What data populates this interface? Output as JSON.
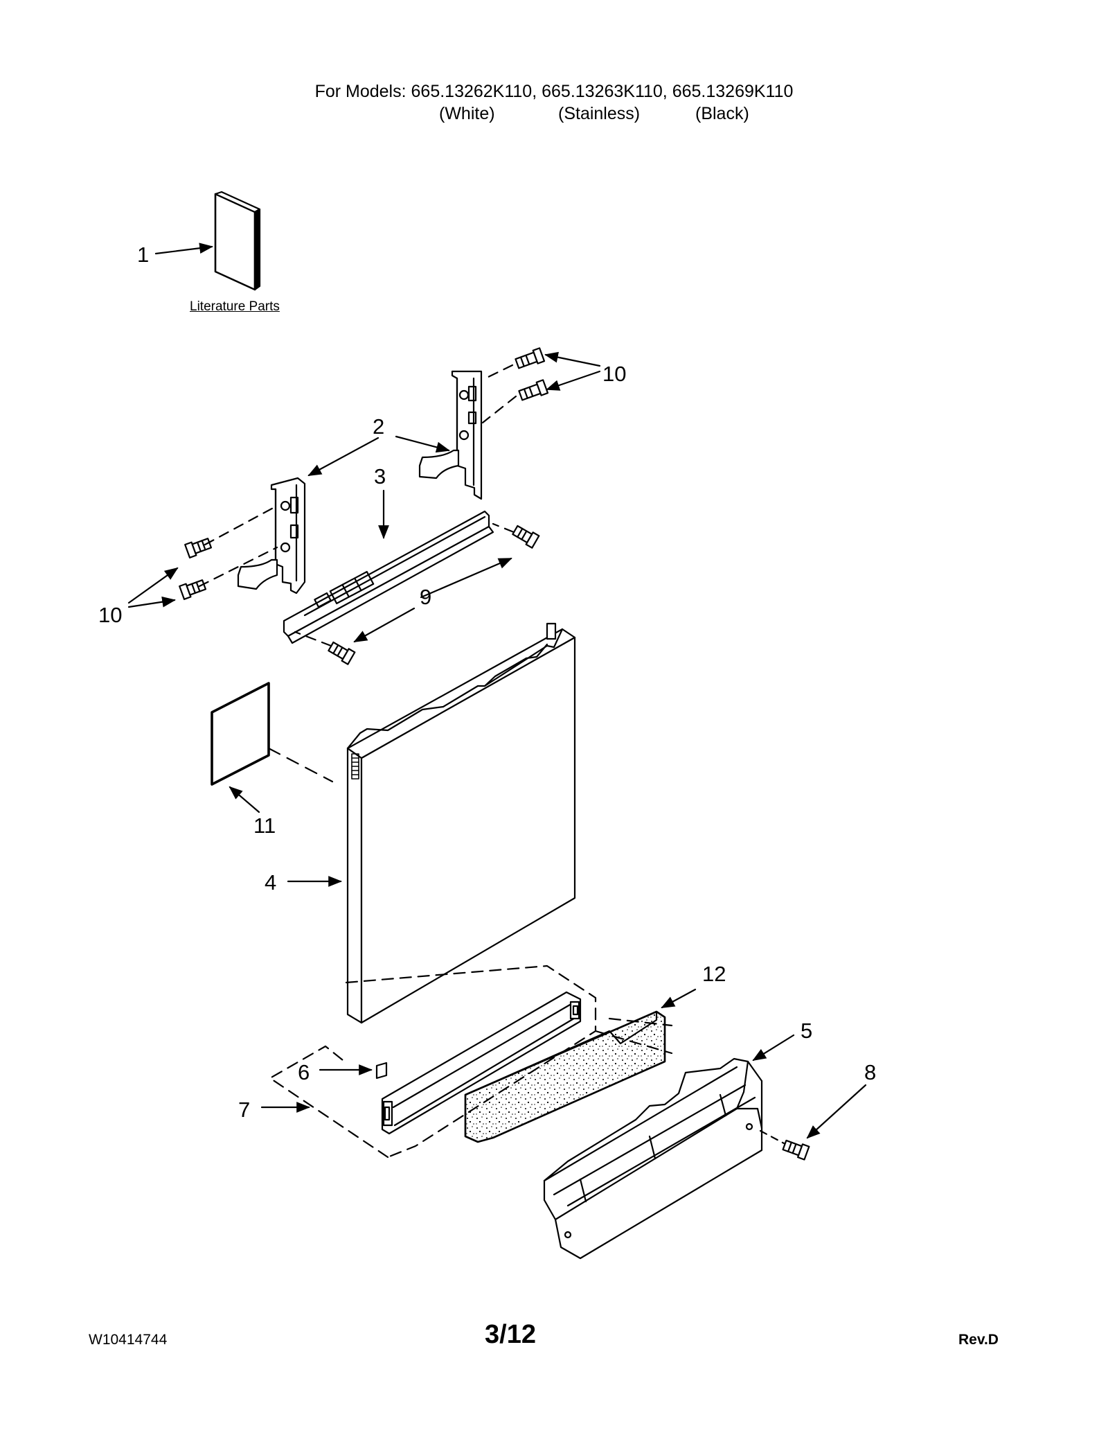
{
  "header": {
    "models_line": "For Models: 665.13262K110, 665.13263K110, 665.13269K110",
    "colors": [
      "(White)",
      "(Stainless)",
      "(Black)"
    ]
  },
  "section_label": "Literature Parts",
  "callouts": [
    "1",
    "2",
    "3",
    "4",
    "5",
    "6",
    "7",
    "8",
    "9",
    "10",
    "10",
    "11",
    "12"
  ],
  "footer": {
    "doc_number": "W10414744",
    "page": "3/12",
    "revision": "Rev.D"
  }
}
